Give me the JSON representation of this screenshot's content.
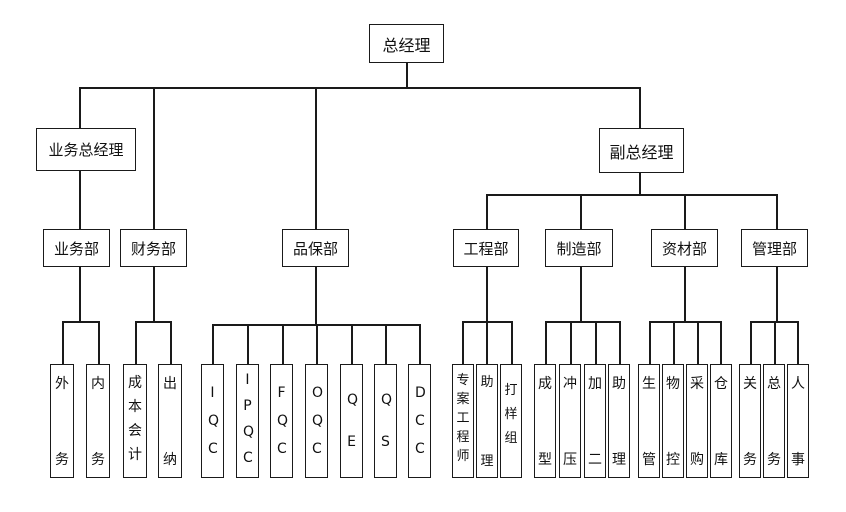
{
  "top": {
    "label": "总经理"
  },
  "level2": {
    "sales_gm": {
      "label": "业务总经理"
    },
    "deputy_gm": {
      "label": "副总经理"
    }
  },
  "departments": {
    "sales": {
      "label": "业务部"
    },
    "finance": {
      "label": "财务部"
    },
    "quality": {
      "label": "品保部"
    },
    "engineering": {
      "label": "工程部"
    },
    "manufacturing": {
      "label": "制造部"
    },
    "materials": {
      "label": "资材部"
    },
    "management": {
      "label": "管理部"
    }
  },
  "units": {
    "sales": [
      {
        "lines": [
          "外",
          "务"
        ]
      },
      {
        "lines": [
          "内",
          "务"
        ]
      }
    ],
    "finance": [
      {
        "lines": [
          "成本会计"
        ]
      },
      {
        "lines": [
          "出",
          "纳"
        ]
      }
    ],
    "quality": [
      {
        "lines": [
          "IQC"
        ]
      },
      {
        "lines": [
          "IPQC"
        ]
      },
      {
        "lines": [
          "FQC"
        ]
      },
      {
        "lines": [
          "OQC"
        ]
      },
      {
        "lines": [
          "QE"
        ]
      },
      {
        "lines": [
          "QS"
        ]
      },
      {
        "lines": [
          "DCC"
        ]
      }
    ],
    "engineering": [
      {
        "lines": [
          "专案工程师"
        ]
      },
      {
        "lines": [
          "助",
          "理"
        ]
      },
      {
        "lines": [
          "打样组"
        ]
      }
    ],
    "manufacturing": [
      {
        "lines": [
          "成",
          "型"
        ]
      },
      {
        "lines": [
          "冲",
          "压"
        ]
      },
      {
        "lines": [
          "加",
          "二"
        ]
      },
      {
        "lines": [
          "助",
          "理"
        ]
      }
    ],
    "materials": [
      {
        "lines": [
          "生",
          "管"
        ]
      },
      {
        "lines": [
          "物",
          "控"
        ]
      },
      {
        "lines": [
          "采",
          "购"
        ]
      },
      {
        "lines": [
          "仓",
          "库"
        ]
      }
    ],
    "management": [
      {
        "lines": [
          "关",
          "务"
        ]
      },
      {
        "lines": [
          "总",
          "务"
        ]
      },
      {
        "lines": [
          "人",
          "事"
        ]
      }
    ]
  }
}
